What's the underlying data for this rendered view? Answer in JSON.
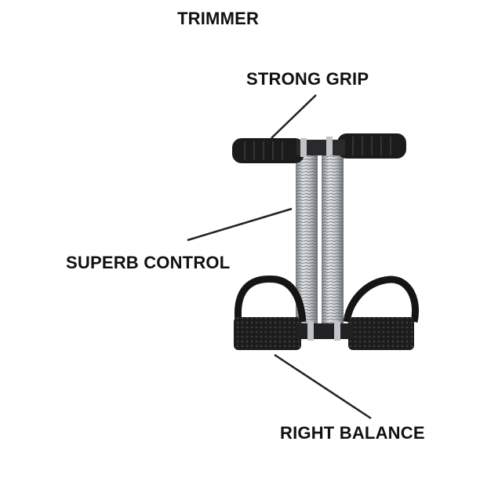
{
  "title": "TRIMMER",
  "callouts": {
    "grip": "STRONG GRIP",
    "control": "SUPERB CONTROL",
    "balance": "RIGHT BALANCE"
  },
  "colors": {
    "rubber": "#1a1a1a",
    "spring": "#b9bdc2",
    "text": "#111111"
  }
}
